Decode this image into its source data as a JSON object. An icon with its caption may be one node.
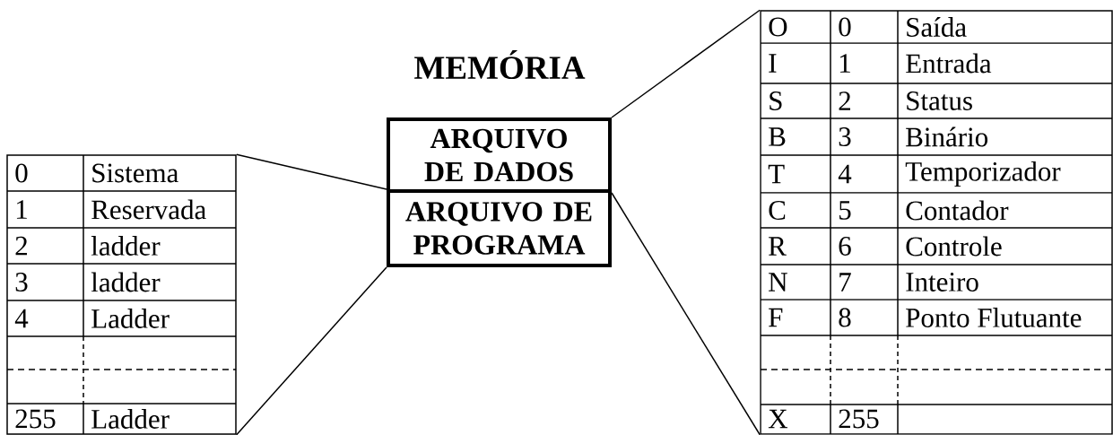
{
  "diagram": {
    "title": "MEMÓRIA",
    "nodes": [
      {
        "text": [
          "ARQUIVO DE DADOS"
        ]
      },
      {
        "text": [
          "ARQUIVO DE PROGRAMA"
        ]
      },
      {
        "text": [],
        "shape": "table"
      },
      {
        "text": [],
        "shape": "table"
      }
    ],
    "edges": [
      {
        "from": 1,
        "to": 2,
        "arrow": "none"
      },
      {
        "from": 1,
        "to": 2,
        "arrow": "none"
      },
      {
        "from": 0,
        "to": 3,
        "arrow": "none"
      },
      {
        "from": 0,
        "to": 3,
        "arrow": "none"
      }
    ],
    "labels": [
      "0",
      "Sistema",
      "1",
      "Reservada",
      "2",
      "ladder",
      "3",
      "ladder",
      "4",
      "Ladder",
      "255",
      "Ladder",
      "O",
      "0",
      "Saída",
      "I",
      "1",
      "Entrada",
      "S",
      "2",
      "Status",
      "B",
      "3",
      "Binário",
      "T",
      "4",
      "Temporizador",
      "C",
      "5",
      "Contador",
      "R",
      "6",
      "Controle",
      "N",
      "7",
      "Inteiro",
      "F",
      "8",
      "Ponto Flutuante",
      "X",
      "255"
    ]
  }
}
